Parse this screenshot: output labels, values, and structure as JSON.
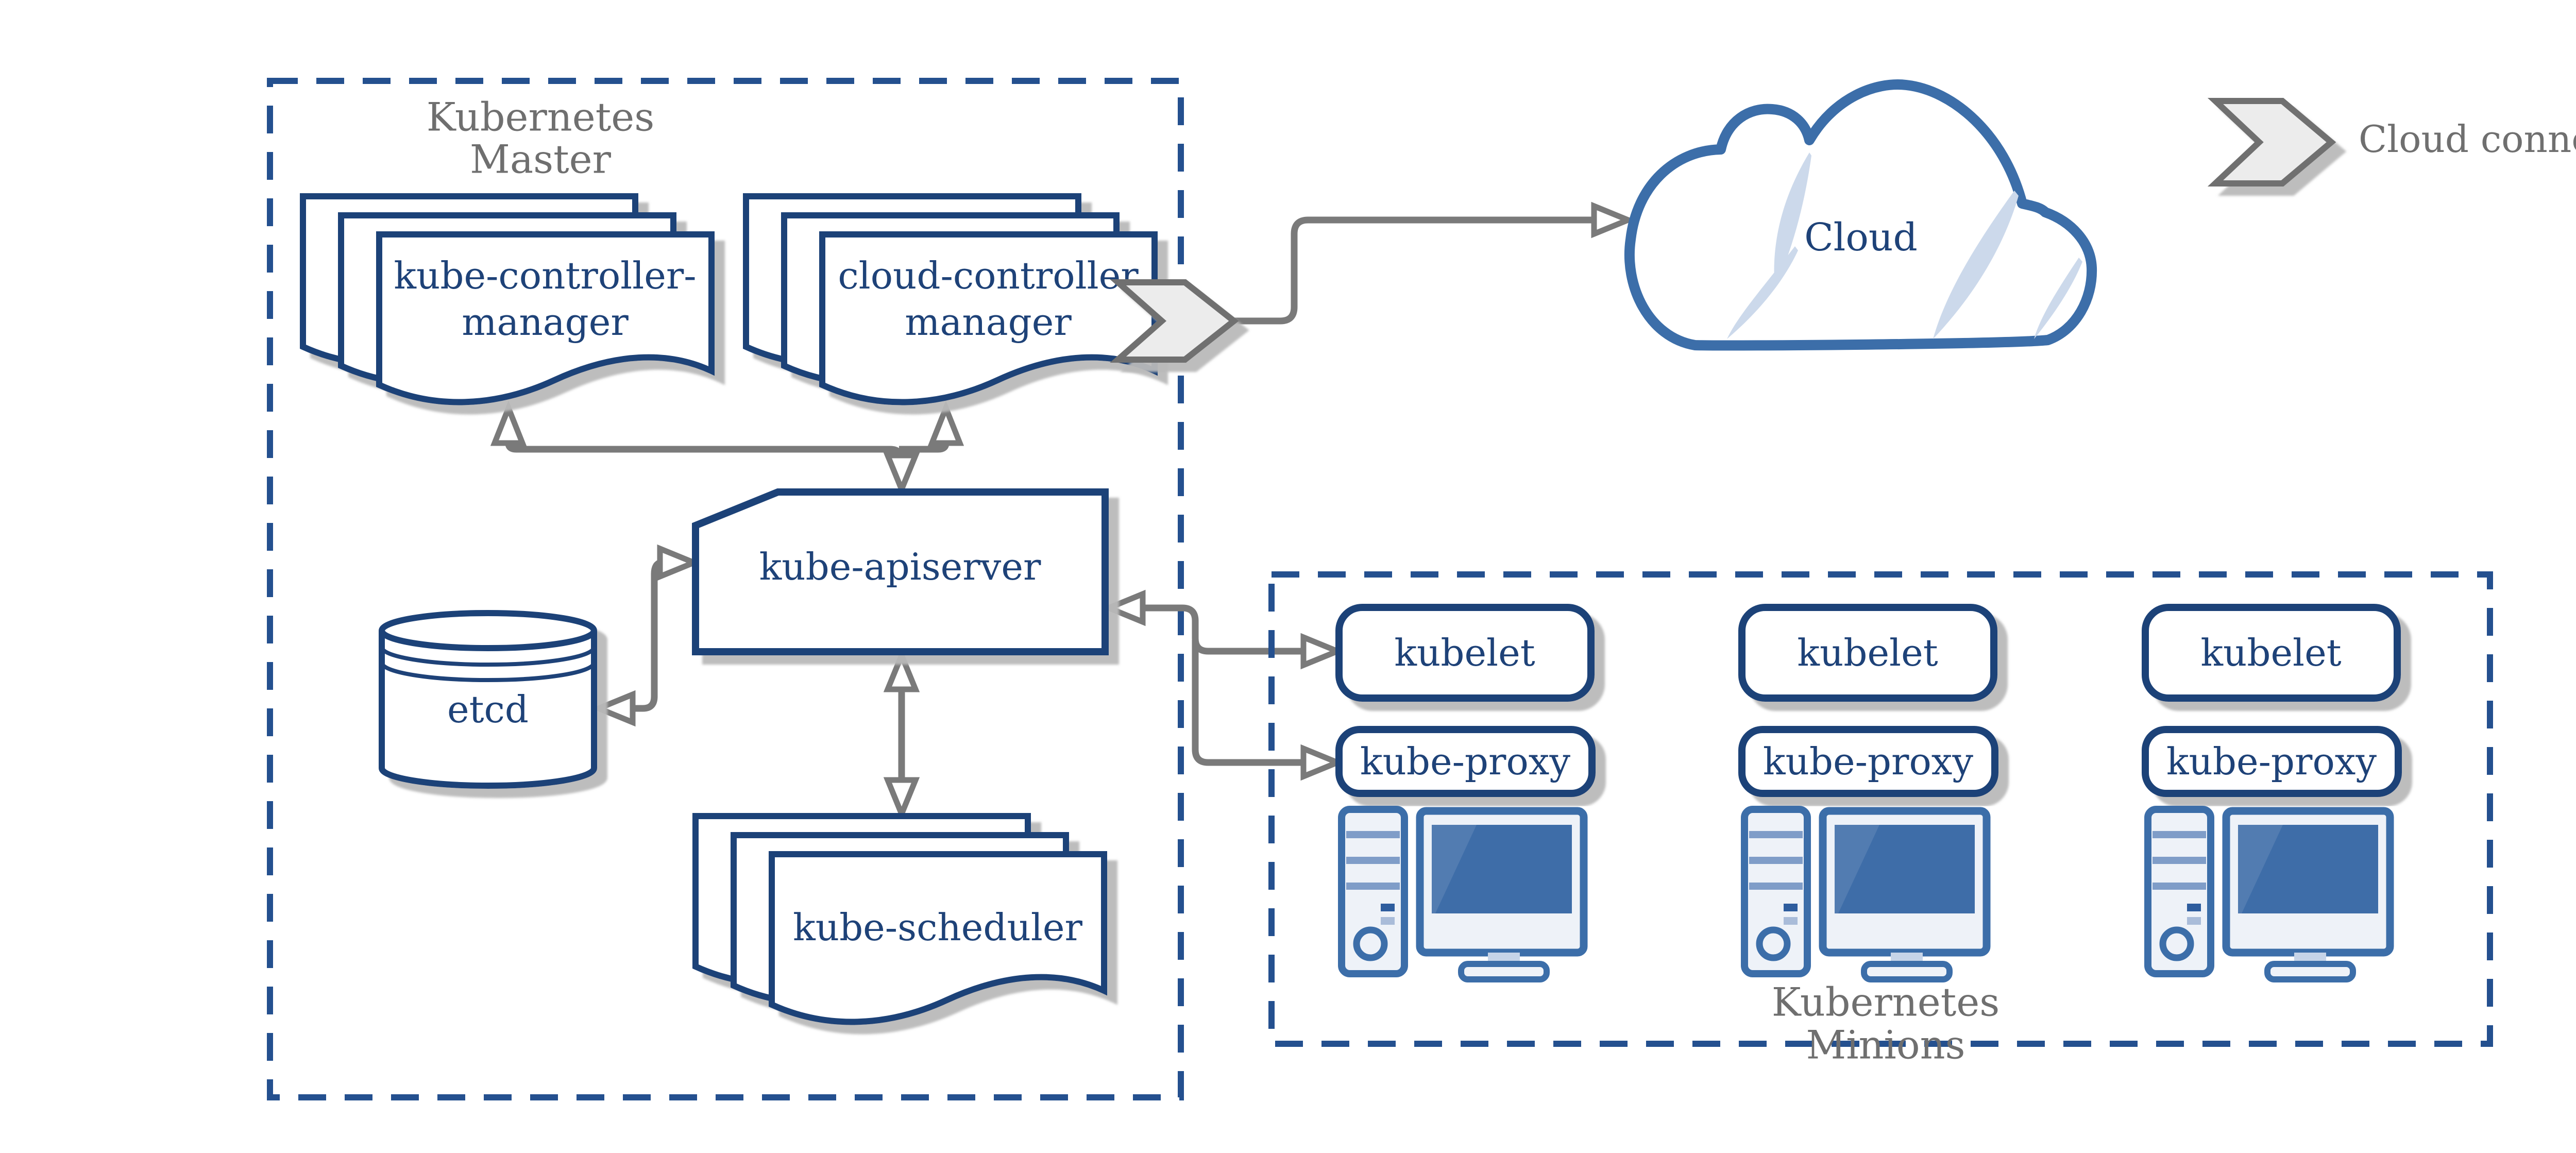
{
  "master": {
    "title": [
      "Kubernetes",
      "Master"
    ],
    "kube_controller_manager": [
      "kube-controller-",
      "manager"
    ],
    "cloud_controller_manager": [
      "cloud-controller",
      "manager"
    ],
    "kube_apiserver": "kube-apiserver",
    "etcd": "etcd",
    "kube_scheduler": "kube-scheduler"
  },
  "cloud": {
    "label": "Cloud"
  },
  "legend": {
    "label": "Cloud connector"
  },
  "minions": {
    "title": [
      "Kubernetes",
      "Minions"
    ],
    "nodes": [
      {
        "kubelet": "kubelet",
        "kube_proxy": "kube-proxy"
      },
      {
        "kubelet": "kubelet",
        "kube_proxy": "kube-proxy"
      },
      {
        "kubelet": "kubelet",
        "kube_proxy": "kube-proxy"
      }
    ]
  },
  "colors": {
    "navy": "#1e4278",
    "dash_navy": "#24508f",
    "steel_blue": "#3c6ea9",
    "light_steel": "#ccd9eb",
    "panel_fill": "#eef2f8",
    "connector_gray": "#7a7a7a",
    "label_gray": "#6f6f6f",
    "shadow": "#b9b9b9"
  }
}
